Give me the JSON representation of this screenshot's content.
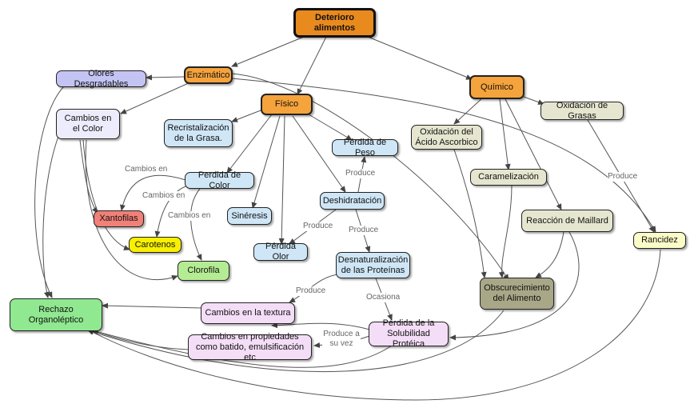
{
  "nodes": {
    "deterioro": "Deterioro alimentos",
    "enzimatico": "Enzimático",
    "fisico": "Físico",
    "quimico": "Químico",
    "olores": "Olores Desgradables",
    "cambios_color": "Cambios en el Color",
    "recristalizacion": "Recristalización de la Grasa.",
    "perdida_color": "Perdida de Color",
    "xantofilas": "Xantofilas",
    "carotenos": "Carotenos",
    "clorofila": "Clorofila",
    "sineresis": "Sinéresis",
    "perdida_olor": "Pérdida Olor",
    "perdida_peso": "Pérdida de Peso",
    "deshidratacion": "Deshidratación",
    "desnaturalizacion": "Desnaturalización de las Proteínas",
    "rechazo": "Rechazo Organoléptico",
    "cambios_textura": "Cambios en la textura",
    "cambios_propiedades": "Cambios en propiedades como batido, emulsificación etc",
    "perdida_solubilidad": "Pérdida de la Solubilidad Protéica",
    "oxidacion_ascorbico": "Oxidación del Ácido Ascorbico",
    "oxidacion_grasas": "Oxidación de Grasas",
    "caramelizacion": "Caramelización",
    "maillard": "Reacción de Maillard",
    "rancidez": "Rancidez",
    "obscurecimiento": "Obscurecimiento del Alimento"
  },
  "edge_labels": {
    "cambios_en_1": "Cambios en",
    "cambios_en_2": "Cambios en",
    "cambios_en_3": "Cambios en",
    "produce_1": "Produce",
    "produce_2": "Produce",
    "produce_3": "Produce",
    "produce_4": "Produce",
    "produce_5": "Produce",
    "ocasiona": "Ocasiona",
    "produce_a_su_vez": "Produce a su vez"
  }
}
